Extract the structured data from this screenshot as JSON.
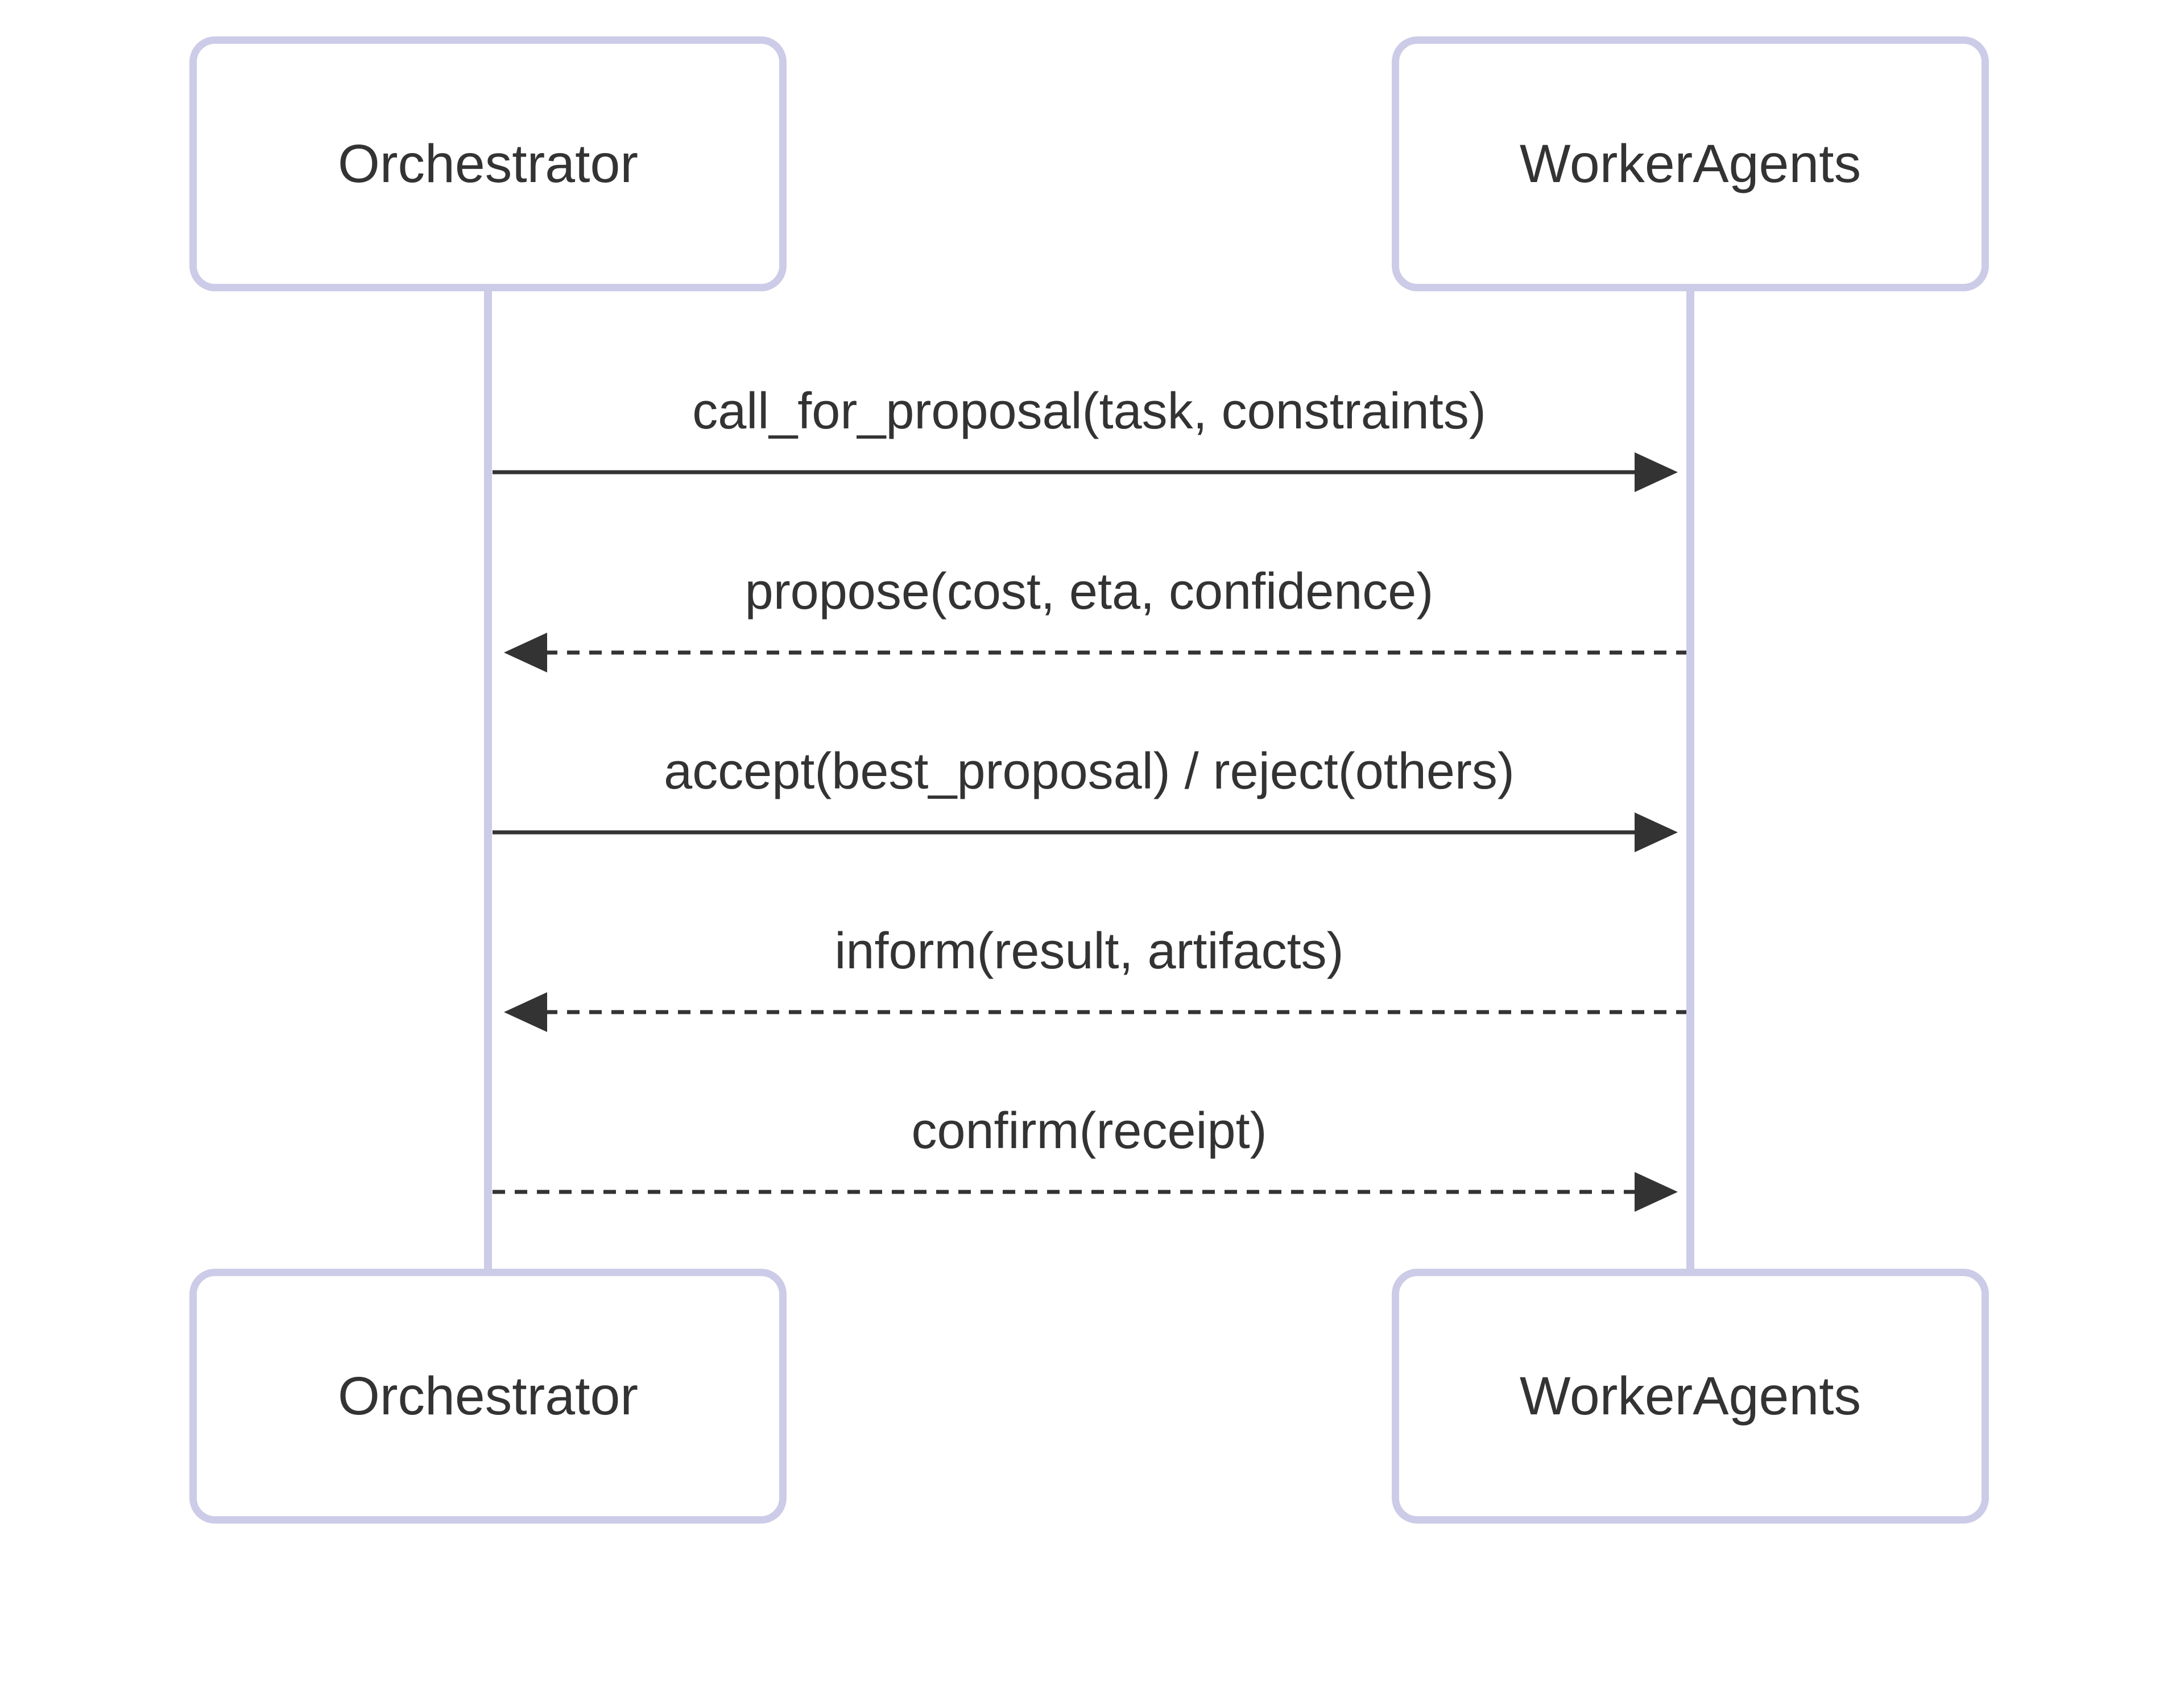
{
  "actors": [
    {
      "id": "orchestrator",
      "label": "Orchestrator"
    },
    {
      "id": "worker_agents",
      "label": "WorkerAgents"
    }
  ],
  "messages": [
    {
      "from": "Orchestrator",
      "to": "WorkerAgents",
      "label": "call_for_proposal(task, constraints)",
      "line": "solid",
      "direction": "right"
    },
    {
      "from": "WorkerAgents",
      "to": "Orchestrator",
      "label": "propose(cost, eta, confidence)",
      "line": "dashed",
      "direction": "left"
    },
    {
      "from": "Orchestrator",
      "to": "WorkerAgents",
      "label": "accept(best_proposal) / reject(others)",
      "line": "solid",
      "direction": "right"
    },
    {
      "from": "WorkerAgents",
      "to": "Orchestrator",
      "label": "inform(result, artifacts)",
      "line": "dashed",
      "direction": "left"
    },
    {
      "from": "Orchestrator",
      "to": "WorkerAgents",
      "label": "confirm(receipt)",
      "line": "dashed",
      "direction": "right"
    }
  ],
  "colors": {
    "actor_border": "#CCCCE8",
    "lifeline": "#CCCCE8",
    "text": "#333333",
    "arrow": "#333333",
    "background": "#FFFFFF"
  }
}
